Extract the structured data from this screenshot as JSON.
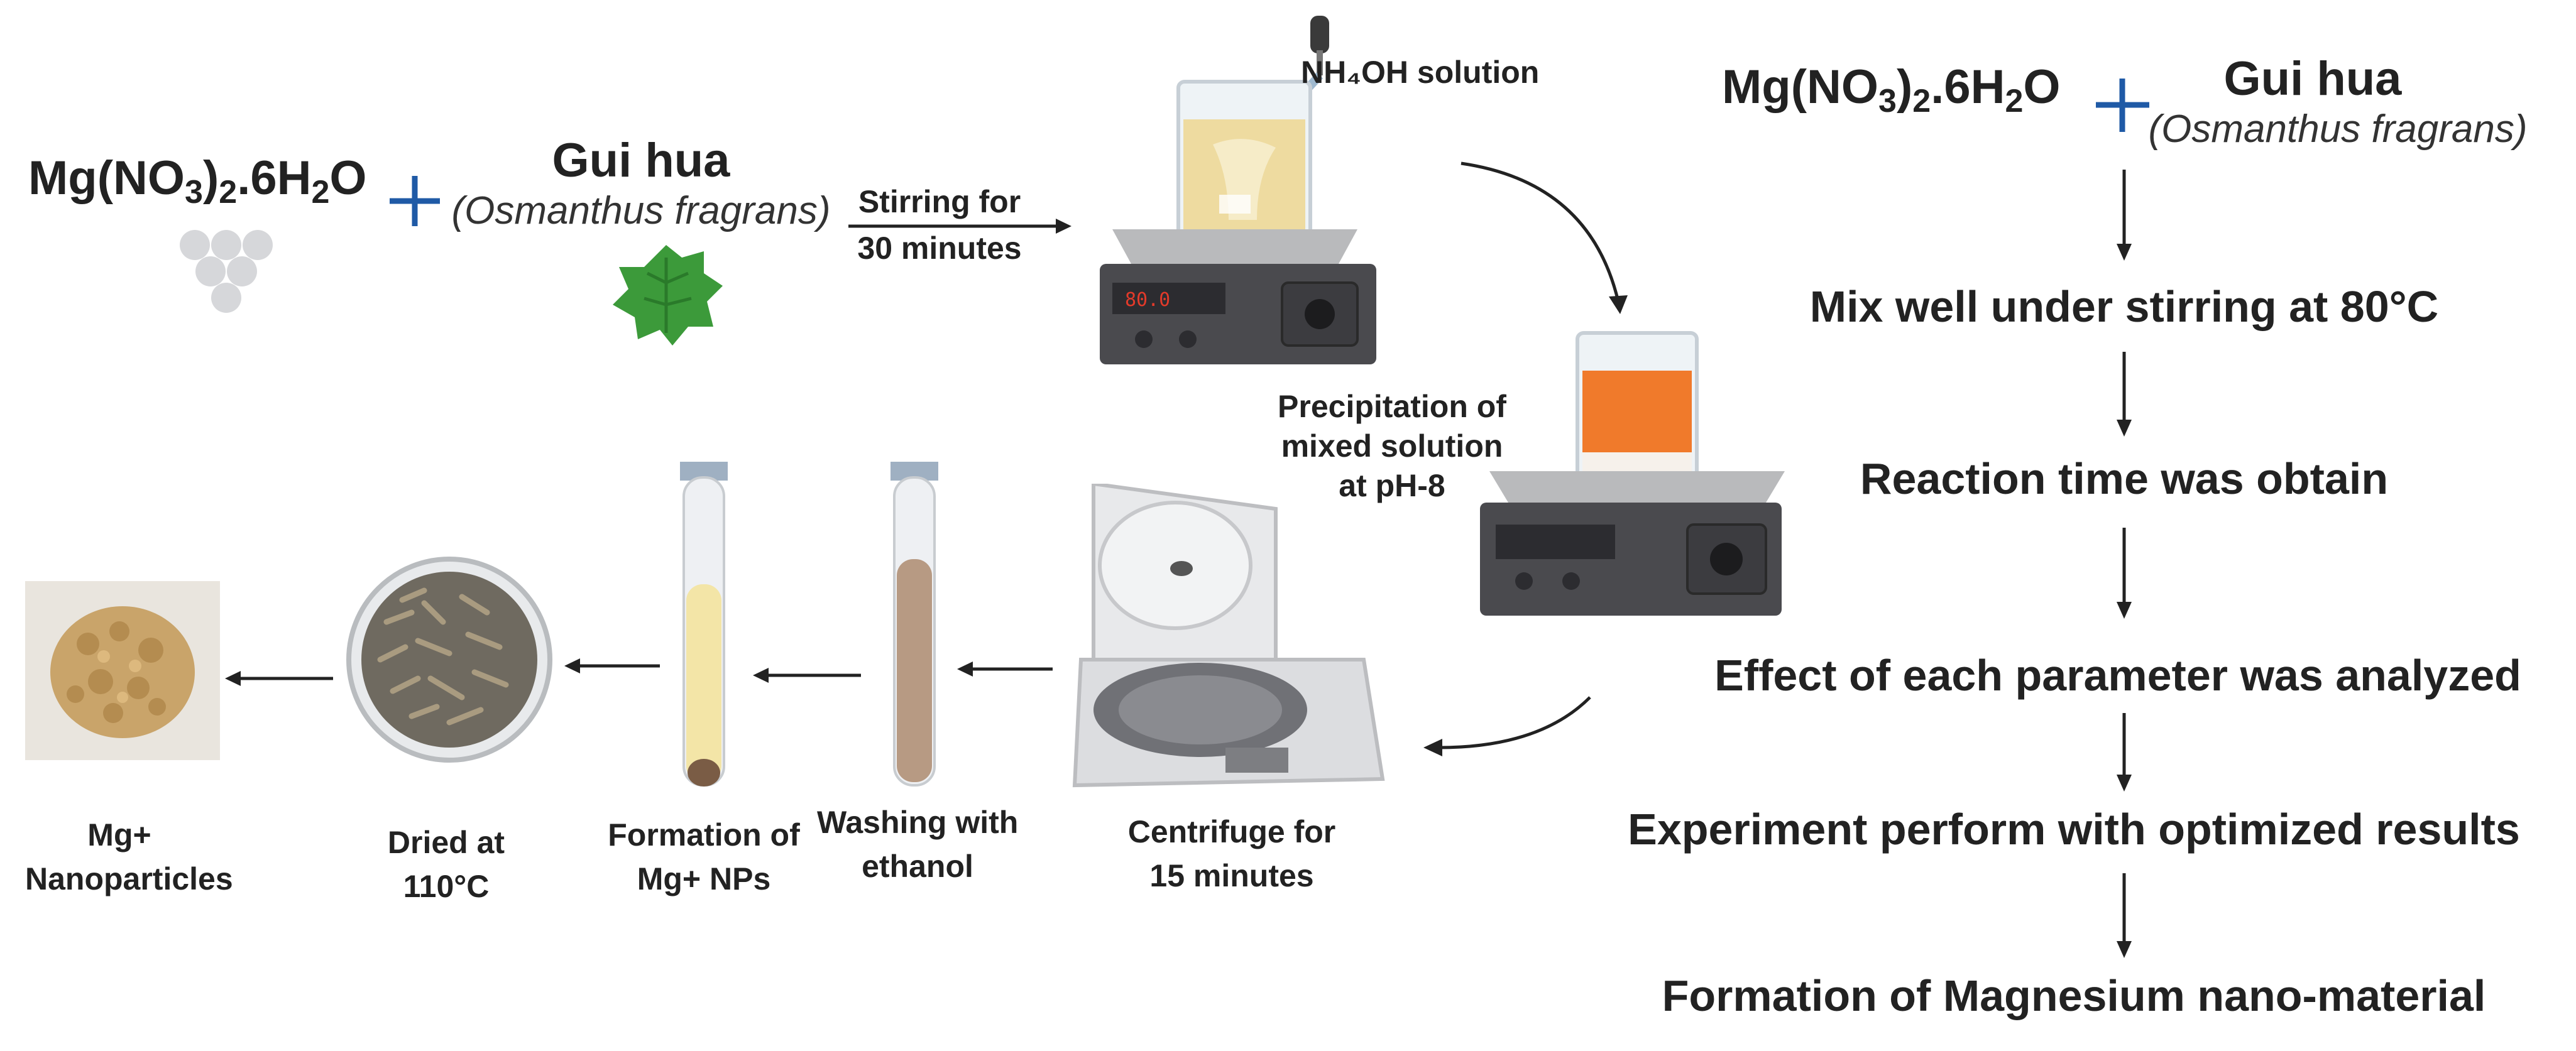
{
  "left_panel": {
    "reagent_formula": {
      "main": "Mg(NO",
      "sub1": "3",
      "mid": ")",
      "sub2": "2",
      "rest": ".6H",
      "sub3": "2",
      "end": "O"
    },
    "plant_name": "Gui hua",
    "plant_scientific": "(Osmanthus fragrans)",
    "stirring_label_1": "Stirring for",
    "stirring_label_2": "30 minutes",
    "nh4oh_label": "NH₄OH solution",
    "precip_label_1": "Precipitation of",
    "precip_label_2": "mixed solution",
    "precip_label_3": "at pH-8",
    "centrifuge_label_1": "Centrifuge for",
    "centrifuge_label_2": "15 minutes",
    "washing_label_1": "Washing with",
    "washing_label_2": "ethanol",
    "formation_label_1": "Formation of",
    "formation_label_2": "Mg+ NPs",
    "dried_label_1": "Dried at",
    "dried_label_2": "110°C",
    "product_label_1": "Mg+",
    "product_label_2": "Nanoparticles",
    "stirrer_display": "80.0"
  },
  "flowchart": {
    "reagent_formula": {
      "main": "Mg(NO",
      "sub1": "3",
      "mid": ")",
      "sub2": "2",
      "rest": ".6H",
      "sub3": "2",
      "end": "O"
    },
    "plant_name": "Gui hua",
    "plant_scientific": "(Osmanthus fragrans)",
    "steps": [
      "Mix well under stirring at 80°C",
      "Reaction time was obtain",
      "Effect of each parameter was analyzed",
      "Experiment perform with optimized results",
      "Formation of Magnesium nano-material"
    ]
  },
  "colors": {
    "plus": "#1f5aa6",
    "stirrer_body": "#4a4a4e",
    "stirrer_top": "#b9babc",
    "display_red": "#e23a2a",
    "leaf_green": "#3c9a3a",
    "orange_liquid": "#f07a2b",
    "beige_liquid": "#eedba0",
    "tube_yellow": "#f3e5a7",
    "tube_brown": "#b79a83",
    "nanoparticle": "#c9a46a"
  }
}
